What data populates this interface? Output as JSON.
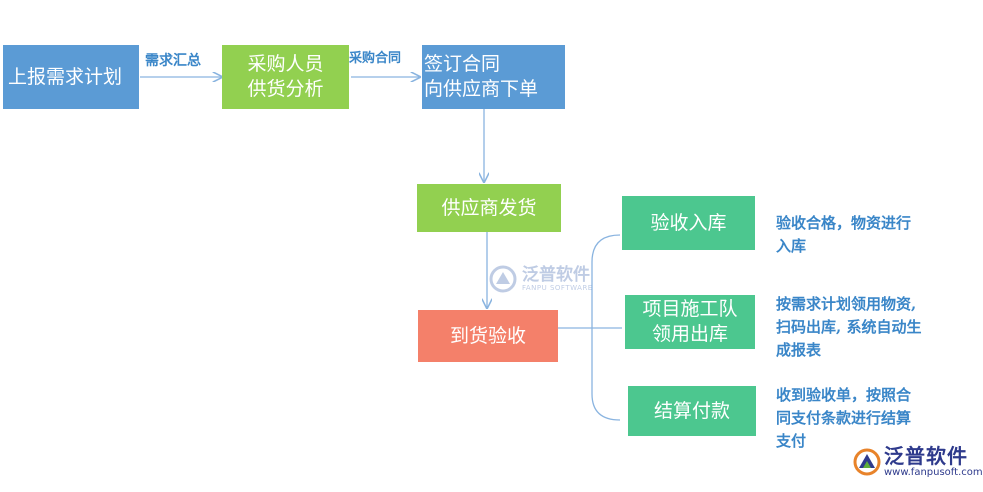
{
  "nodes": {
    "report_plan": "上报需求计划",
    "purchaser_analysis": [
      "采购人员",
      "供货分析"
    ],
    "sign_contract": [
      "签订合同",
      "向供应商下单"
    ],
    "supplier_ship": "供应商发货",
    "arrival_inspection": "到货验收",
    "accept_store": "验收入库",
    "team_collect": [
      "项目施工队",
      "领用出库"
    ],
    "settle_pay": "结算付款"
  },
  "edges": {
    "demand_summary": "需求汇总",
    "purchase_contract": "采购合同"
  },
  "notes": {
    "accept_store": [
      "验收合格，物资进行",
      "入库"
    ],
    "team_collect": [
      "按需求计划领用物资,",
      "扫码出库, 系统自动生",
      "成报表"
    ],
    "settle_pay": [
      "收到验收单，按照合",
      "同支付条款进行结算",
      "支付"
    ]
  },
  "watermark": {
    "center_name": "泛普软件",
    "center_sub": "FANPU SOFTWARE",
    "corner_name": "泛普软件",
    "corner_url": "www.fanpusoft.com"
  },
  "colors": {
    "blue": "#5b9bd5",
    "light_green": "#92d050",
    "teal": "#4cc78f",
    "coral": "#f4806a",
    "connector": "#8ab4e0",
    "note_text": "#3a86c8"
  }
}
